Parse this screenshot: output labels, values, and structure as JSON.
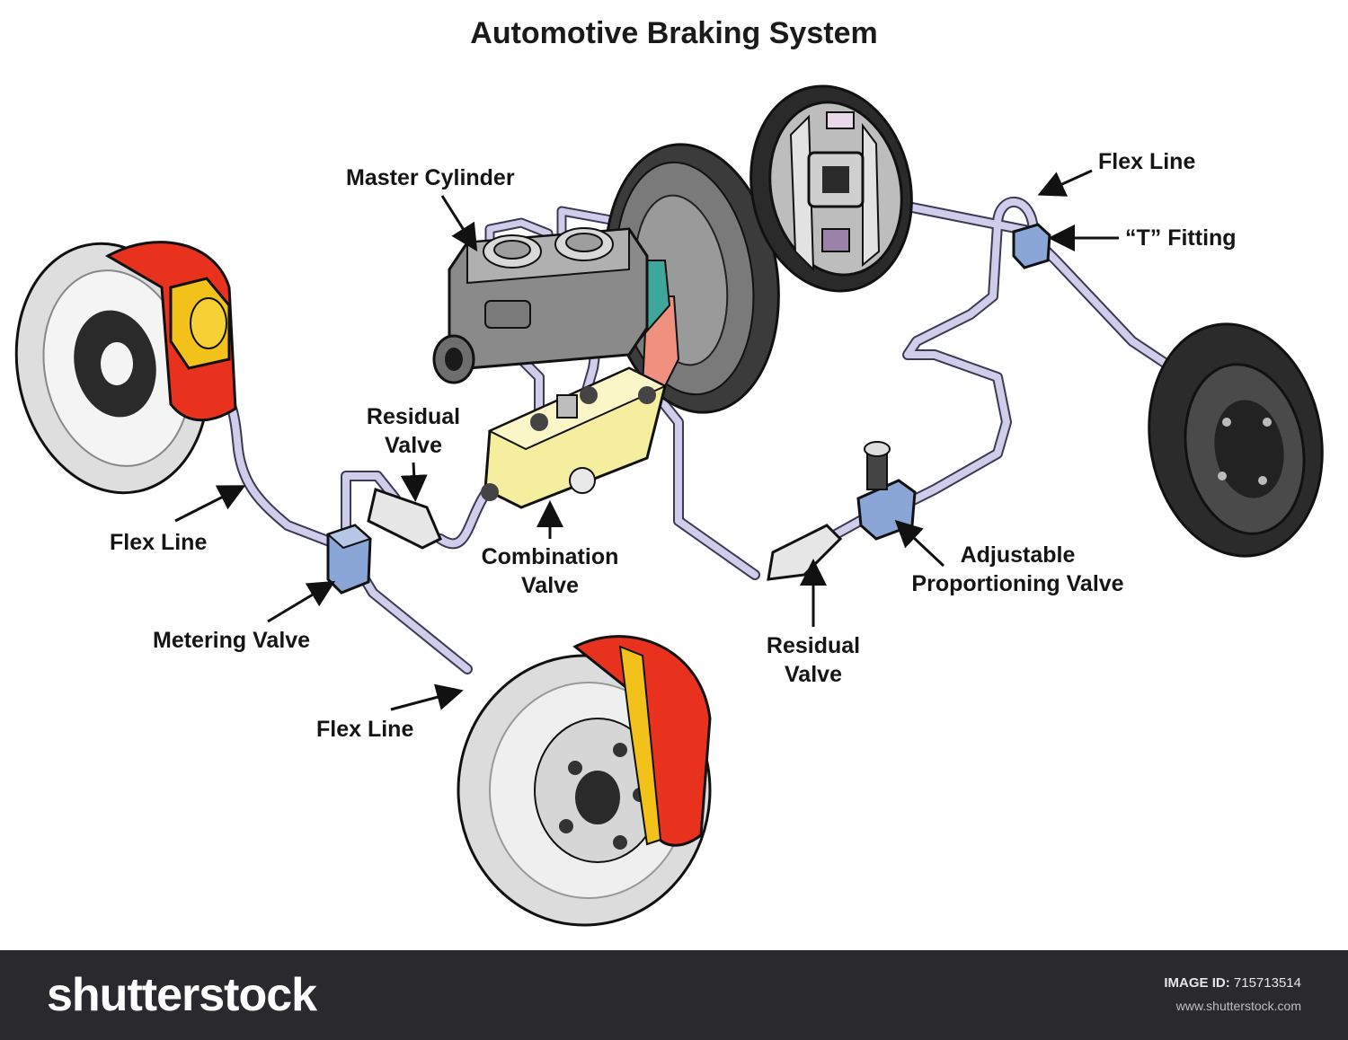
{
  "title": "Automotive Braking System",
  "labels": {
    "master_cylinder": "Master Cylinder",
    "flex_line_top_right": "Flex Line",
    "t_fitting": "“T” Fitting",
    "residual_valve_left": [
      "Residual",
      "Valve"
    ],
    "flex_line_left": "Flex Line",
    "combination_valve": [
      "Combination",
      "Valve"
    ],
    "adjustable_proportioning_valve": [
      "Adjustable",
      "Proportioning Valve"
    ],
    "metering_valve": "Metering Valve",
    "residual_valve_right": [
      "Residual",
      "Valve"
    ],
    "flex_line_bottom": "Flex Line"
  },
  "footer": {
    "brand": "shutterstock",
    "image_id_label": "IMAGE ID:",
    "image_id": "715713514",
    "site": "www.shutterstock.com"
  },
  "colors": {
    "caliper_red": "#e8321e",
    "caliper_yellow": "#f2c21a",
    "brake_line": "#c9c8e6",
    "valve_blue": "#8aa6d6",
    "combination_valve_yellow": "#f4ec9a",
    "rotor_gray": "#e6e6e6"
  }
}
